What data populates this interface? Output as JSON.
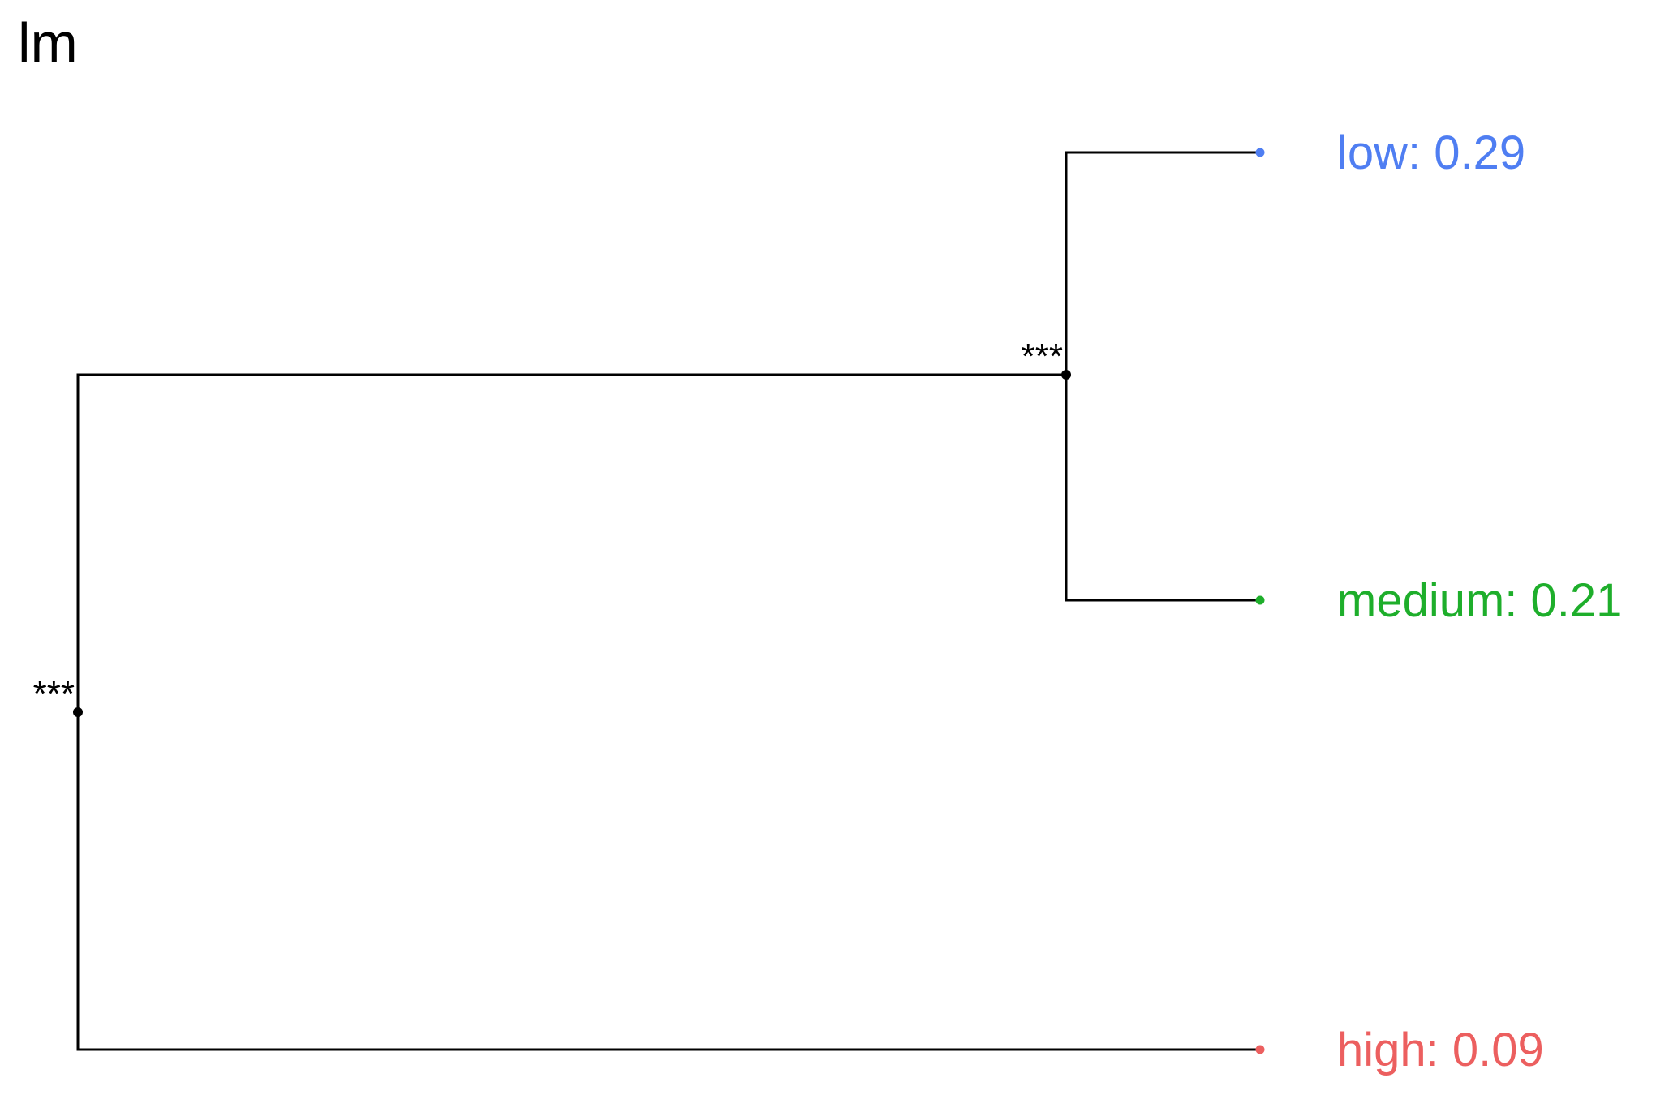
{
  "title": "lm",
  "tree": {
    "root": {
      "significance": "***",
      "children": [
        "inner",
        "high"
      ]
    },
    "inner": {
      "significance": "***",
      "children": [
        "low",
        "medium"
      ]
    },
    "leaves": [
      {
        "key": "low",
        "label": "low: 0.29",
        "color": "#4F7EF2"
      },
      {
        "key": "medium",
        "label": "medium: 0.21",
        "color": "#1EAE2B"
      },
      {
        "key": "high",
        "label": "high: 0.09",
        "color": "#EC5F5F"
      }
    ]
  }
}
